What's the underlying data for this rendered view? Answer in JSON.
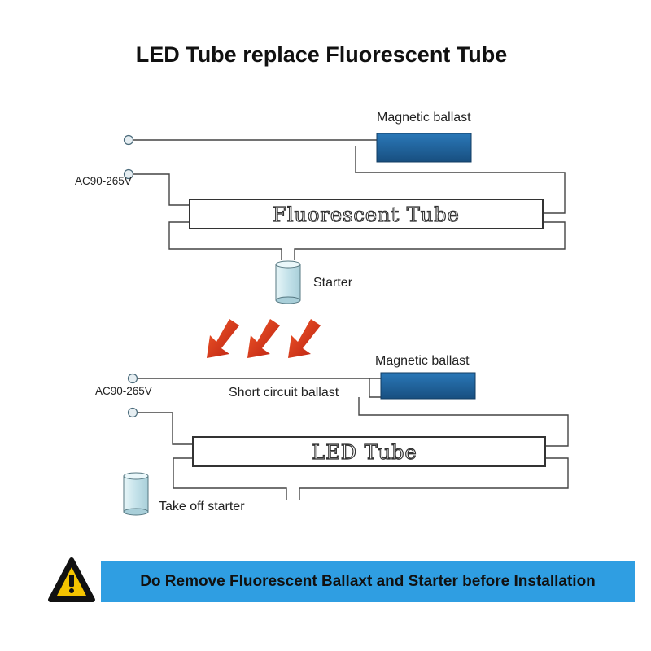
{
  "title": "LED Tube replace Fluorescent Tube",
  "top_diagram": {
    "ballast_label": "Magnetic ballast",
    "voltage_label": "AC90-265V",
    "tube_label": "Fluorescent Tube",
    "starter_label": "Starter"
  },
  "bottom_diagram": {
    "ballast_label": "Magnetic ballast",
    "voltage_label": "AC90-265V",
    "short_circuit_label": "Short circuit ballast",
    "tube_label": "LED Tube",
    "take_off_label": "Take off starter"
  },
  "warning": {
    "text": "Do Remove Fluorescent  Ballaxt and Starter before Installation",
    "icon": "warning-triangle-icon",
    "bar_color": "#2f9ee2"
  },
  "colors": {
    "ballast": "#1f66a0",
    "arrow": "#e03a1e",
    "starter": "#cfe8ee"
  }
}
